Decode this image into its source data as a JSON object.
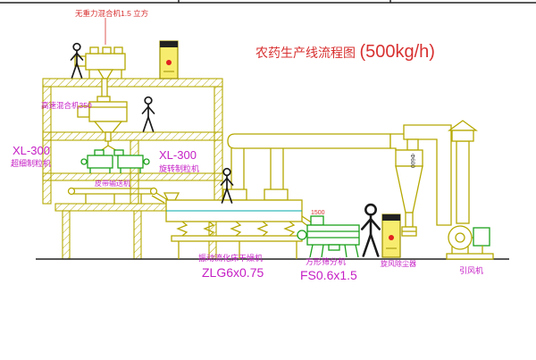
{
  "title": {
    "name": "农药生产线流程图",
    "capacity": "(500kg/h)"
  },
  "equipment_labels": {
    "gravity_mixer": "无重力混合机1.5 立方",
    "high_speed_mixer": "高速混合机350",
    "granulator_left": {
      "model": "XL-300",
      "name": "超细制粒机"
    },
    "granulator_right": {
      "model": "XL-300",
      "name": "旋转制粒机"
    },
    "belt_conveyor": "皮带输送机",
    "fluid_bed_dryer": {
      "name": "振动流化床干燥机",
      "model": "ZLG6x0.75"
    },
    "square_sieve": {
      "name": "方形筛分机",
      "model": "FS0.6x1.5",
      "dimension": "1500"
    },
    "cyclone": {
      "label": "旋风除尘器",
      "size": "Φ600"
    },
    "fan": "引风机"
  },
  "colors": {
    "line_yellow": "#b5a800",
    "line_green": "#1ba01b",
    "line_cyan": "#00a8a8",
    "label_magenta": "#c520c5",
    "label_red": "#d83030",
    "indicator_red": "#e02020",
    "cabinet_yellow": "#f8ec6e",
    "figure_black": "#1a1a1a"
  }
}
